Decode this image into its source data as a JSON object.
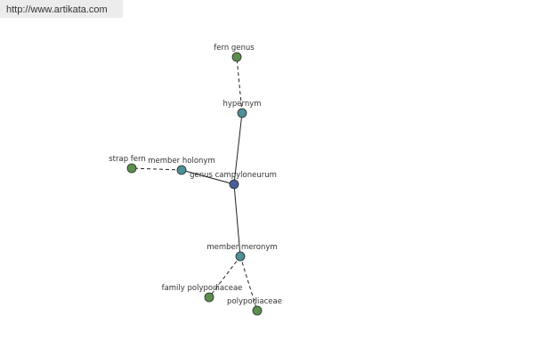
{
  "header": {
    "url": "http://www.artikata.com"
  },
  "graph": {
    "colors": {
      "center": "#4a5f9a",
      "relation": "#4f8f96",
      "leaf": "#5c8f4d",
      "edge": "#222222",
      "stroke": "#2a2a2a"
    },
    "nodes": {
      "center": {
        "label": "genus campyloneurum"
      },
      "hypernym": {
        "label": "hypernym"
      },
      "fern_genus": {
        "label": "fern genus"
      },
      "member_holonym": {
        "label": "member holonym"
      },
      "strap_fern": {
        "label": "strap fern"
      },
      "member_meronym": {
        "label": "member meronym"
      },
      "family_polypodiaceae": {
        "label": "family polypodiaceae"
      },
      "polypodiaceae": {
        "label": "polypodiaceae"
      }
    }
  }
}
